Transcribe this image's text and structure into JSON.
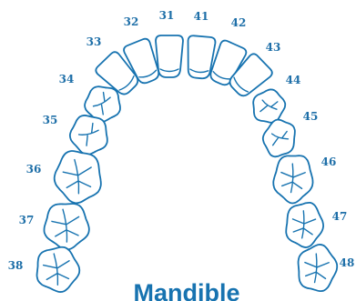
{
  "title": "Mandible",
  "colors": {
    "outline": "#1773b0",
    "label": "#1e6fa8",
    "fill": "#ffffff"
  },
  "teeth": [
    {
      "id": "31",
      "type": "incisor"
    },
    {
      "id": "32",
      "type": "incisor"
    },
    {
      "id": "33",
      "type": "canine"
    },
    {
      "id": "34",
      "type": "premolar"
    },
    {
      "id": "35",
      "type": "premolar"
    },
    {
      "id": "36",
      "type": "molar"
    },
    {
      "id": "37",
      "type": "molar"
    },
    {
      "id": "38",
      "type": "molar"
    },
    {
      "id": "41",
      "type": "incisor"
    },
    {
      "id": "42",
      "type": "incisor"
    },
    {
      "id": "43",
      "type": "canine"
    },
    {
      "id": "44",
      "type": "premolar"
    },
    {
      "id": "45",
      "type": "premolar"
    },
    {
      "id": "46",
      "type": "molar"
    },
    {
      "id": "47",
      "type": "molar"
    },
    {
      "id": "48",
      "type": "molar"
    }
  ]
}
